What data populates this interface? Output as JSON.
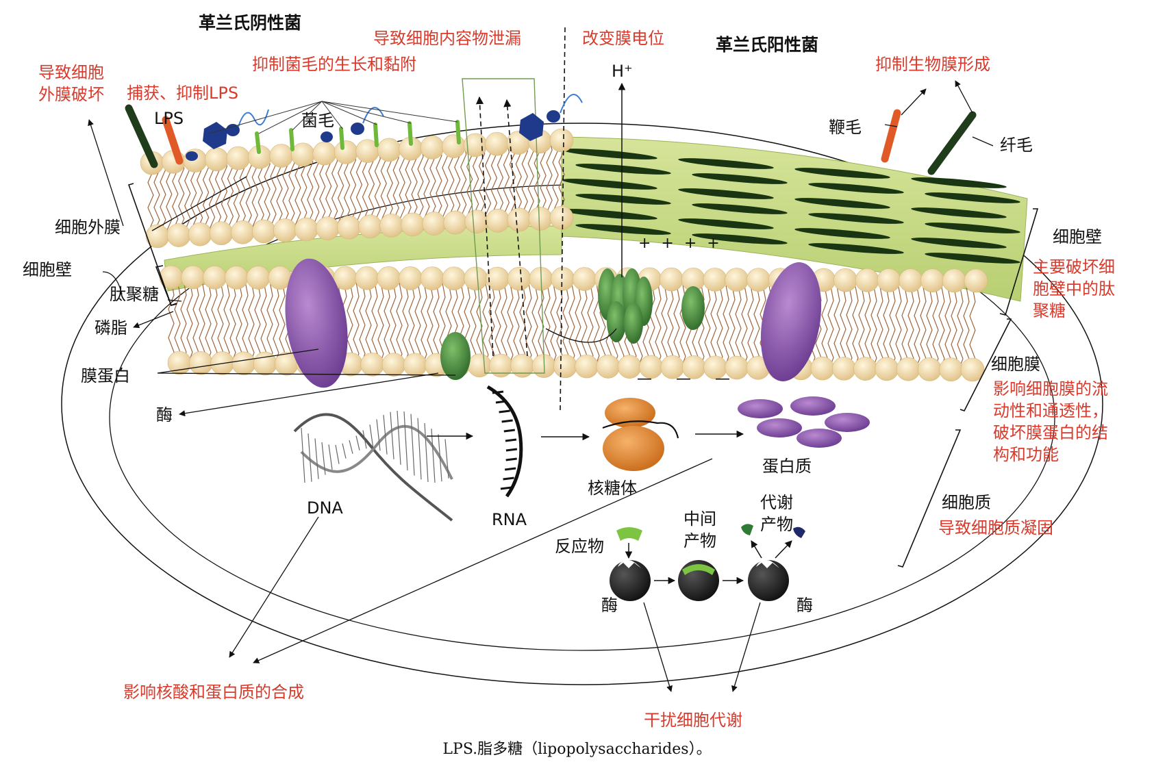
{
  "headings": {
    "gram_negative": "革兰氏阴性菌",
    "gram_positive": "革兰氏阳性菌"
  },
  "effects": {
    "outer_membrane_damage": "导致细胞\n外膜破坏",
    "capture_lps": "捕获、抑制LPS",
    "content_leakage": "导致细胞内容物泄漏",
    "inhibit_pili": "抑制菌毛的生长和黏附",
    "membrane_potential": "改变膜电位",
    "inhibit_biofilm": "抑制生物膜形成",
    "peptidoglycan": "主要破坏细\n胞壁中的肽\n聚糖",
    "membrane_fluidity": "影响细胞膜的流\n动性和通透性，\n破坏膜蛋白的结\n构和功能",
    "cytoplasm_coagulation": "导致细胞质凝固",
    "nucleic_protein_synthesis": "影响核酸和蛋白质的合成",
    "metabolism": "干扰细胞代谢"
  },
  "labels": {
    "lps": "LPS",
    "pili": "菌毛",
    "h_plus": "H⁺",
    "flagellum": "鞭毛",
    "fimbria": "纤毛",
    "outer_membrane": "细胞外膜",
    "cell_wall_left": "细胞壁",
    "peptidoglycan": "肽聚糖",
    "phospholipid": "磷脂",
    "membrane_protein": "膜蛋白",
    "enzyme_left": "酶",
    "cell_wall_right": "细胞壁",
    "cell_membrane": "细胞膜",
    "cytoplasm": "细胞质",
    "dna": "DNA",
    "rna": "RNA",
    "ribosome": "核糖体",
    "protein": "蛋白质",
    "reactant": "反应物",
    "intermediate": "中间\n产物",
    "metabolite": "代谢\n产物",
    "enzyme_a": "酶",
    "enzyme_b": "酶",
    "plus_signs": "+ + + +",
    "minus_signs": "— — —"
  },
  "caption": "LPS.脂多糖（lipopolysaccharides）。",
  "colors": {
    "effect_text": "#d93a2b",
    "lipid_head": "#f2deb0",
    "lipid_tail": "#a0643a",
    "cell_wall": "#c9dc8c",
    "membrane_protein": "#8a4fa8",
    "channel_protein": "#4f8f3c",
    "lps_chain": "#1f3a8a",
    "protein_blob": "#9a64b4",
    "ribosome": "#e08a2e"
  }
}
